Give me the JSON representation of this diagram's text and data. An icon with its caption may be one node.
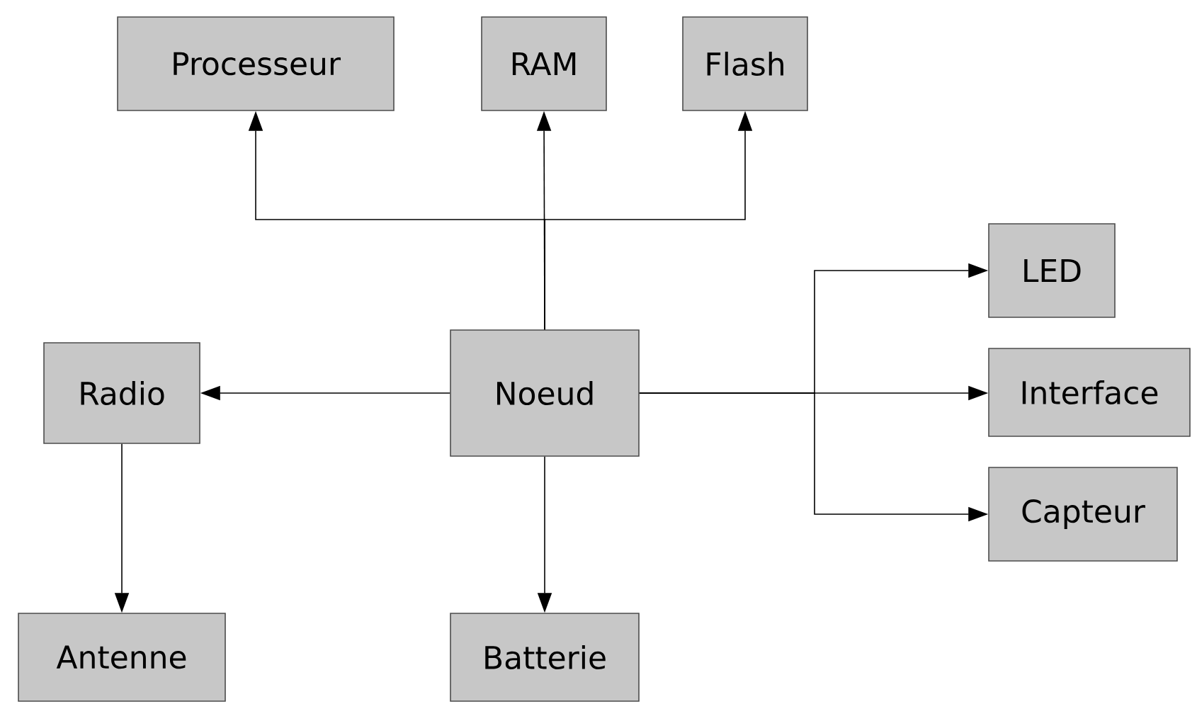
{
  "diagram": {
    "nodes": [
      {
        "text": [
          "Processeur"
        ]
      },
      {
        "text": [
          "RAM"
        ]
      },
      {
        "text": [
          "Flash"
        ]
      },
      {
        "text": [
          "LED"
        ]
      },
      {
        "text": [
          "Radio"
        ]
      },
      {
        "text": [
          "Noeud"
        ]
      },
      {
        "text": [
          "Interface"
        ]
      },
      {
        "text": [
          "Capteur"
        ]
      },
      {
        "text": [
          "Antenne"
        ]
      },
      {
        "text": [
          "Batterie"
        ]
      }
    ],
    "edges": [
      {
        "from": 5,
        "to": 0,
        "arrow": "to"
      },
      {
        "from": 5,
        "to": 1,
        "arrow": "to"
      },
      {
        "from": 5,
        "to": 2,
        "arrow": "to"
      },
      {
        "from": 5,
        "to": 4,
        "arrow": "to"
      },
      {
        "from": 5,
        "to": 3,
        "arrow": "to"
      },
      {
        "from": 5,
        "to": 6,
        "arrow": "to"
      },
      {
        "from": 5,
        "to": 7,
        "arrow": "to"
      },
      {
        "from": 5,
        "to": 9,
        "arrow": "to"
      },
      {
        "from": 4,
        "to": 8,
        "arrow": "to"
      }
    ]
  }
}
